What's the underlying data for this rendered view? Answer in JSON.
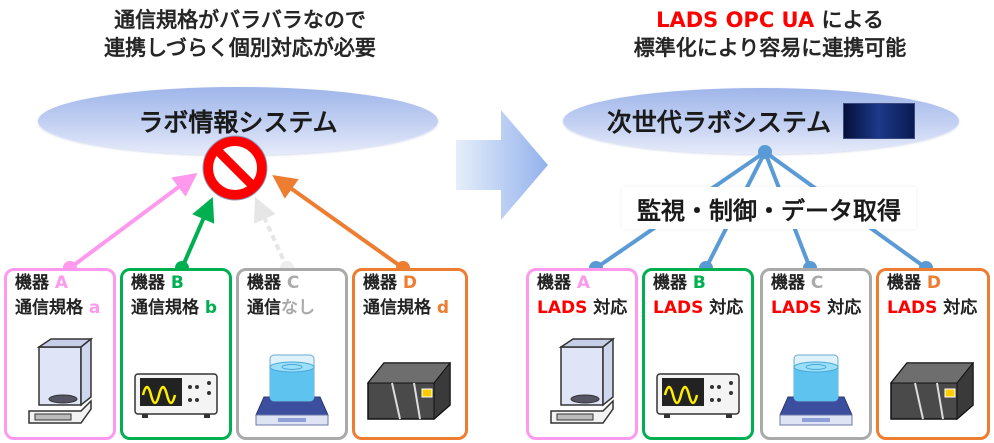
{
  "left_panel": {
    "heading_lines": [
      "通信規格がバラバラなので",
      "連携しづらく個別対応が必要"
    ],
    "system_label": "ラボ情報システム",
    "status_icon": "prohibited-icon",
    "devices": [
      {
        "prefix": "機器",
        "id": "A",
        "line2_main": "通信規格",
        "line2_tag": "a",
        "color": "#ff99ee",
        "graphic": "analytical-balance"
      },
      {
        "prefix": "機器",
        "id": "B",
        "line2_main": "通信規格",
        "line2_tag": "b",
        "color": "#00b050",
        "graphic": "oscilloscope"
      },
      {
        "prefix": "機器",
        "id": "C",
        "line2_main": "通信",
        "line2_tag": "なし",
        "color": "#aaaaaa",
        "graphic": "magnetic-stirrer"
      },
      {
        "prefix": "機器",
        "id": "D",
        "line2_main": "通信規格",
        "line2_tag": "d",
        "color": "#ed7d31",
        "graphic": "instrument-box"
      }
    ]
  },
  "transition_arrow": "right-arrow-icon",
  "right_panel": {
    "heading_highlight": "LADS OPC UA",
    "heading_line1_rest": " による",
    "heading_line2": "標準化により容易に連携可能",
    "system_label": "次世代ラボシステム",
    "connection_label": "監視・制御・データ取得",
    "connector_color": "#5b9bd5",
    "devices": [
      {
        "prefix": "機器",
        "id": "A",
        "lads": "LADS",
        "support": "対応",
        "color": "#ff99ee",
        "graphic": "analytical-balance"
      },
      {
        "prefix": "機器",
        "id": "B",
        "lads": "LADS",
        "support": "対応",
        "color": "#00b050",
        "graphic": "oscilloscope"
      },
      {
        "prefix": "機器",
        "id": "C",
        "lads": "LADS",
        "support": "対応",
        "color": "#aaaaaa",
        "graphic": "magnetic-stirrer"
      },
      {
        "prefix": "機器",
        "id": "D",
        "lads": "LADS",
        "support": "対応",
        "color": "#ed7d31",
        "graphic": "instrument-box"
      }
    ]
  }
}
